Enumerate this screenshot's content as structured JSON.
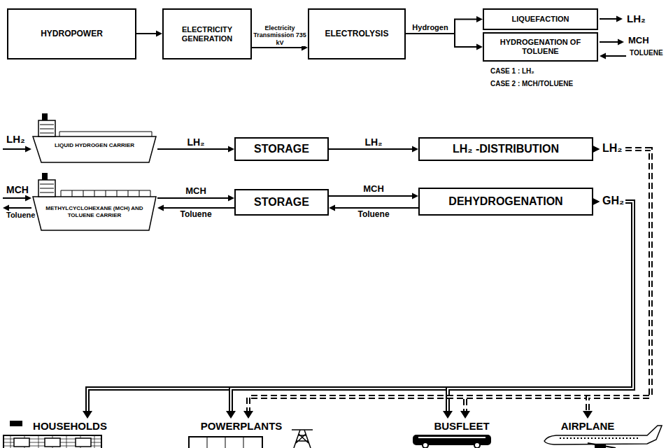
{
  "diagram": {
    "nodes": [
      {
        "text": [
          "HYDROPOWER"
        ]
      },
      {
        "text": [
          "ELECTRICITY GENERATION"
        ]
      },
      {
        "text": [
          "ELECTROLYSIS"
        ]
      },
      {
        "text": [
          "LIQUEFACTION"
        ]
      },
      {
        "text": [
          "HYDROGENATION OF TOLUENE"
        ]
      },
      {
        "text": [
          "LIQUID HYDROGEN CARRIER"
        ]
      },
      {
        "text": [
          "STORAGE"
        ]
      },
      {
        "text": [
          "LH₂ -DISTRIBUTION"
        ]
      },
      {
        "text": [
          "METHYLCYCLOHEXANE (MCH) AND TOLUENE CARRIER"
        ]
      },
      {
        "text": [
          "STORAGE"
        ]
      },
      {
        "text": [
          "DEHYDROGENATION"
        ]
      },
      {
        "text": [
          "HOUSEHOLDS"
        ]
      },
      {
        "text": [
          "POWERPLANTS"
        ]
      },
      {
        "text": [
          "BUSFLEET"
        ]
      },
      {
        "text": [
          "AIRPLANE"
        ]
      }
    ],
    "edges": [
      {
        "from": 0,
        "to": 1,
        "arrow": "to"
      },
      {
        "from": 1,
        "to": 2,
        "label": "Electricity Transmission 735 kV",
        "arrow": "to"
      },
      {
        "from": 2,
        "to": 3,
        "label": "Hydrogen",
        "arrow": "to"
      },
      {
        "from": 2,
        "to": 4,
        "arrow": "to"
      },
      {
        "from": 5,
        "to": 6,
        "label": "LH₂",
        "arrow": "to"
      },
      {
        "from": 6,
        "to": 7,
        "label": "LH₂",
        "arrow": "to"
      },
      {
        "from": 8,
        "to": 9,
        "label": "MCH",
        "arrow": "to"
      },
      {
        "from": 9,
        "to": 8,
        "label": "Toluene",
        "arrow": "to"
      },
      {
        "from": 9,
        "to": 10,
        "label": "MCH",
        "arrow": "to"
      },
      {
        "from": 10,
        "to": 9,
        "label": "Toluene",
        "arrow": "to"
      },
      {
        "from": 10,
        "to": 11,
        "arrow": "to"
      },
      {
        "from": 10,
        "to": 12,
        "arrow": "to"
      },
      {
        "from": 10,
        "to": 13,
        "arrow": "to"
      },
      {
        "from": 7,
        "to": 12,
        "arrow": "to"
      },
      {
        "from": 7,
        "to": 13,
        "arrow": "to"
      },
      {
        "from": 7,
        "to": 14,
        "arrow": "to"
      }
    ],
    "labels": [
      "LH₂",
      "MCH",
      "TOLUENE",
      "CASE 1 : LH₂",
      "CASE 2 : MCH/TOLUENE",
      "LH₂",
      "MCH",
      "Toluene",
      "LH₂",
      "GH₂"
    ]
  }
}
